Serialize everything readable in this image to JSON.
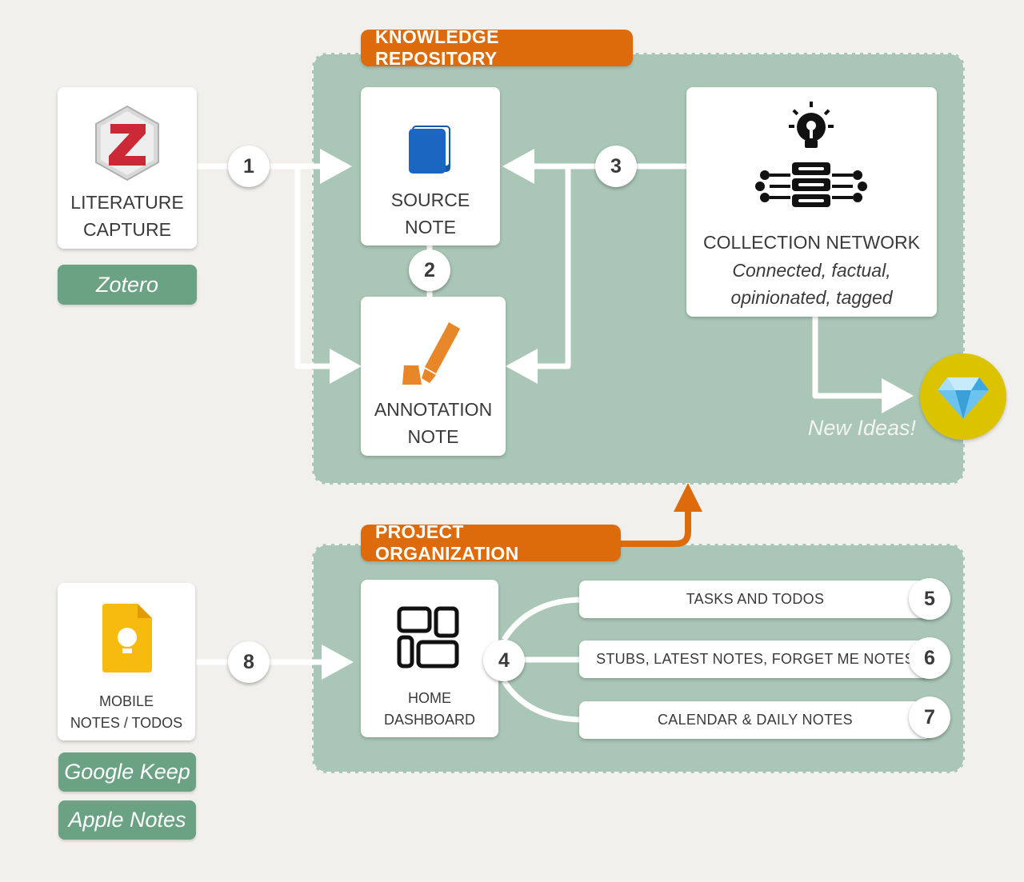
{
  "zones": {
    "knowledge_repository": "KNOWLEDGE REPOSITORY",
    "project_organization": "PROJECT ORGANIZATION"
  },
  "cards": {
    "literature_capture": [
      "LITERATURE",
      "CAPTURE"
    ],
    "source_note": [
      "SOURCE",
      "NOTE"
    ],
    "annotation_note": [
      "ANNOTATION",
      "NOTE"
    ],
    "collection_network": {
      "title": "COLLECTION NETWORK",
      "subtitle": [
        "Connected, factual,",
        "opinionated, tagged"
      ]
    },
    "mobile": [
      "MOBILE",
      "NOTES / TODOS"
    ],
    "home_dashboard": [
      "HOME",
      "DASHBOARD"
    ]
  },
  "tools": {
    "zotero": "Zotero",
    "google_keep": "Google Keep",
    "apple_notes": "Apple Notes"
  },
  "steps": [
    "1",
    "2",
    "3",
    "4",
    "5",
    "6",
    "7",
    "8"
  ],
  "dashboard_items": [
    "TASKS AND TODOS",
    "STUBS, LATEST NOTES, FORGET ME NOTES",
    "CALENDAR & DAILY NOTES"
  ],
  "new_ideas": "New Ideas!",
  "icons": {
    "zotero": "zotero-logo-icon",
    "source_note": "book-icon",
    "annotation_note": "highlighter-icon",
    "collection_network": "lightbulb-server-network-icon",
    "mobile": "google-keep-icon",
    "home_dashboard": "dashboard-layout-icon",
    "new_ideas": "diamond-icon"
  },
  "colors": {
    "background": "#f2f0ec",
    "zone_fill": "#a9c6b6",
    "zone_label": "#dd6b0c",
    "tool_tag": "#6aa283",
    "ideas_circle": "#dcc300"
  }
}
